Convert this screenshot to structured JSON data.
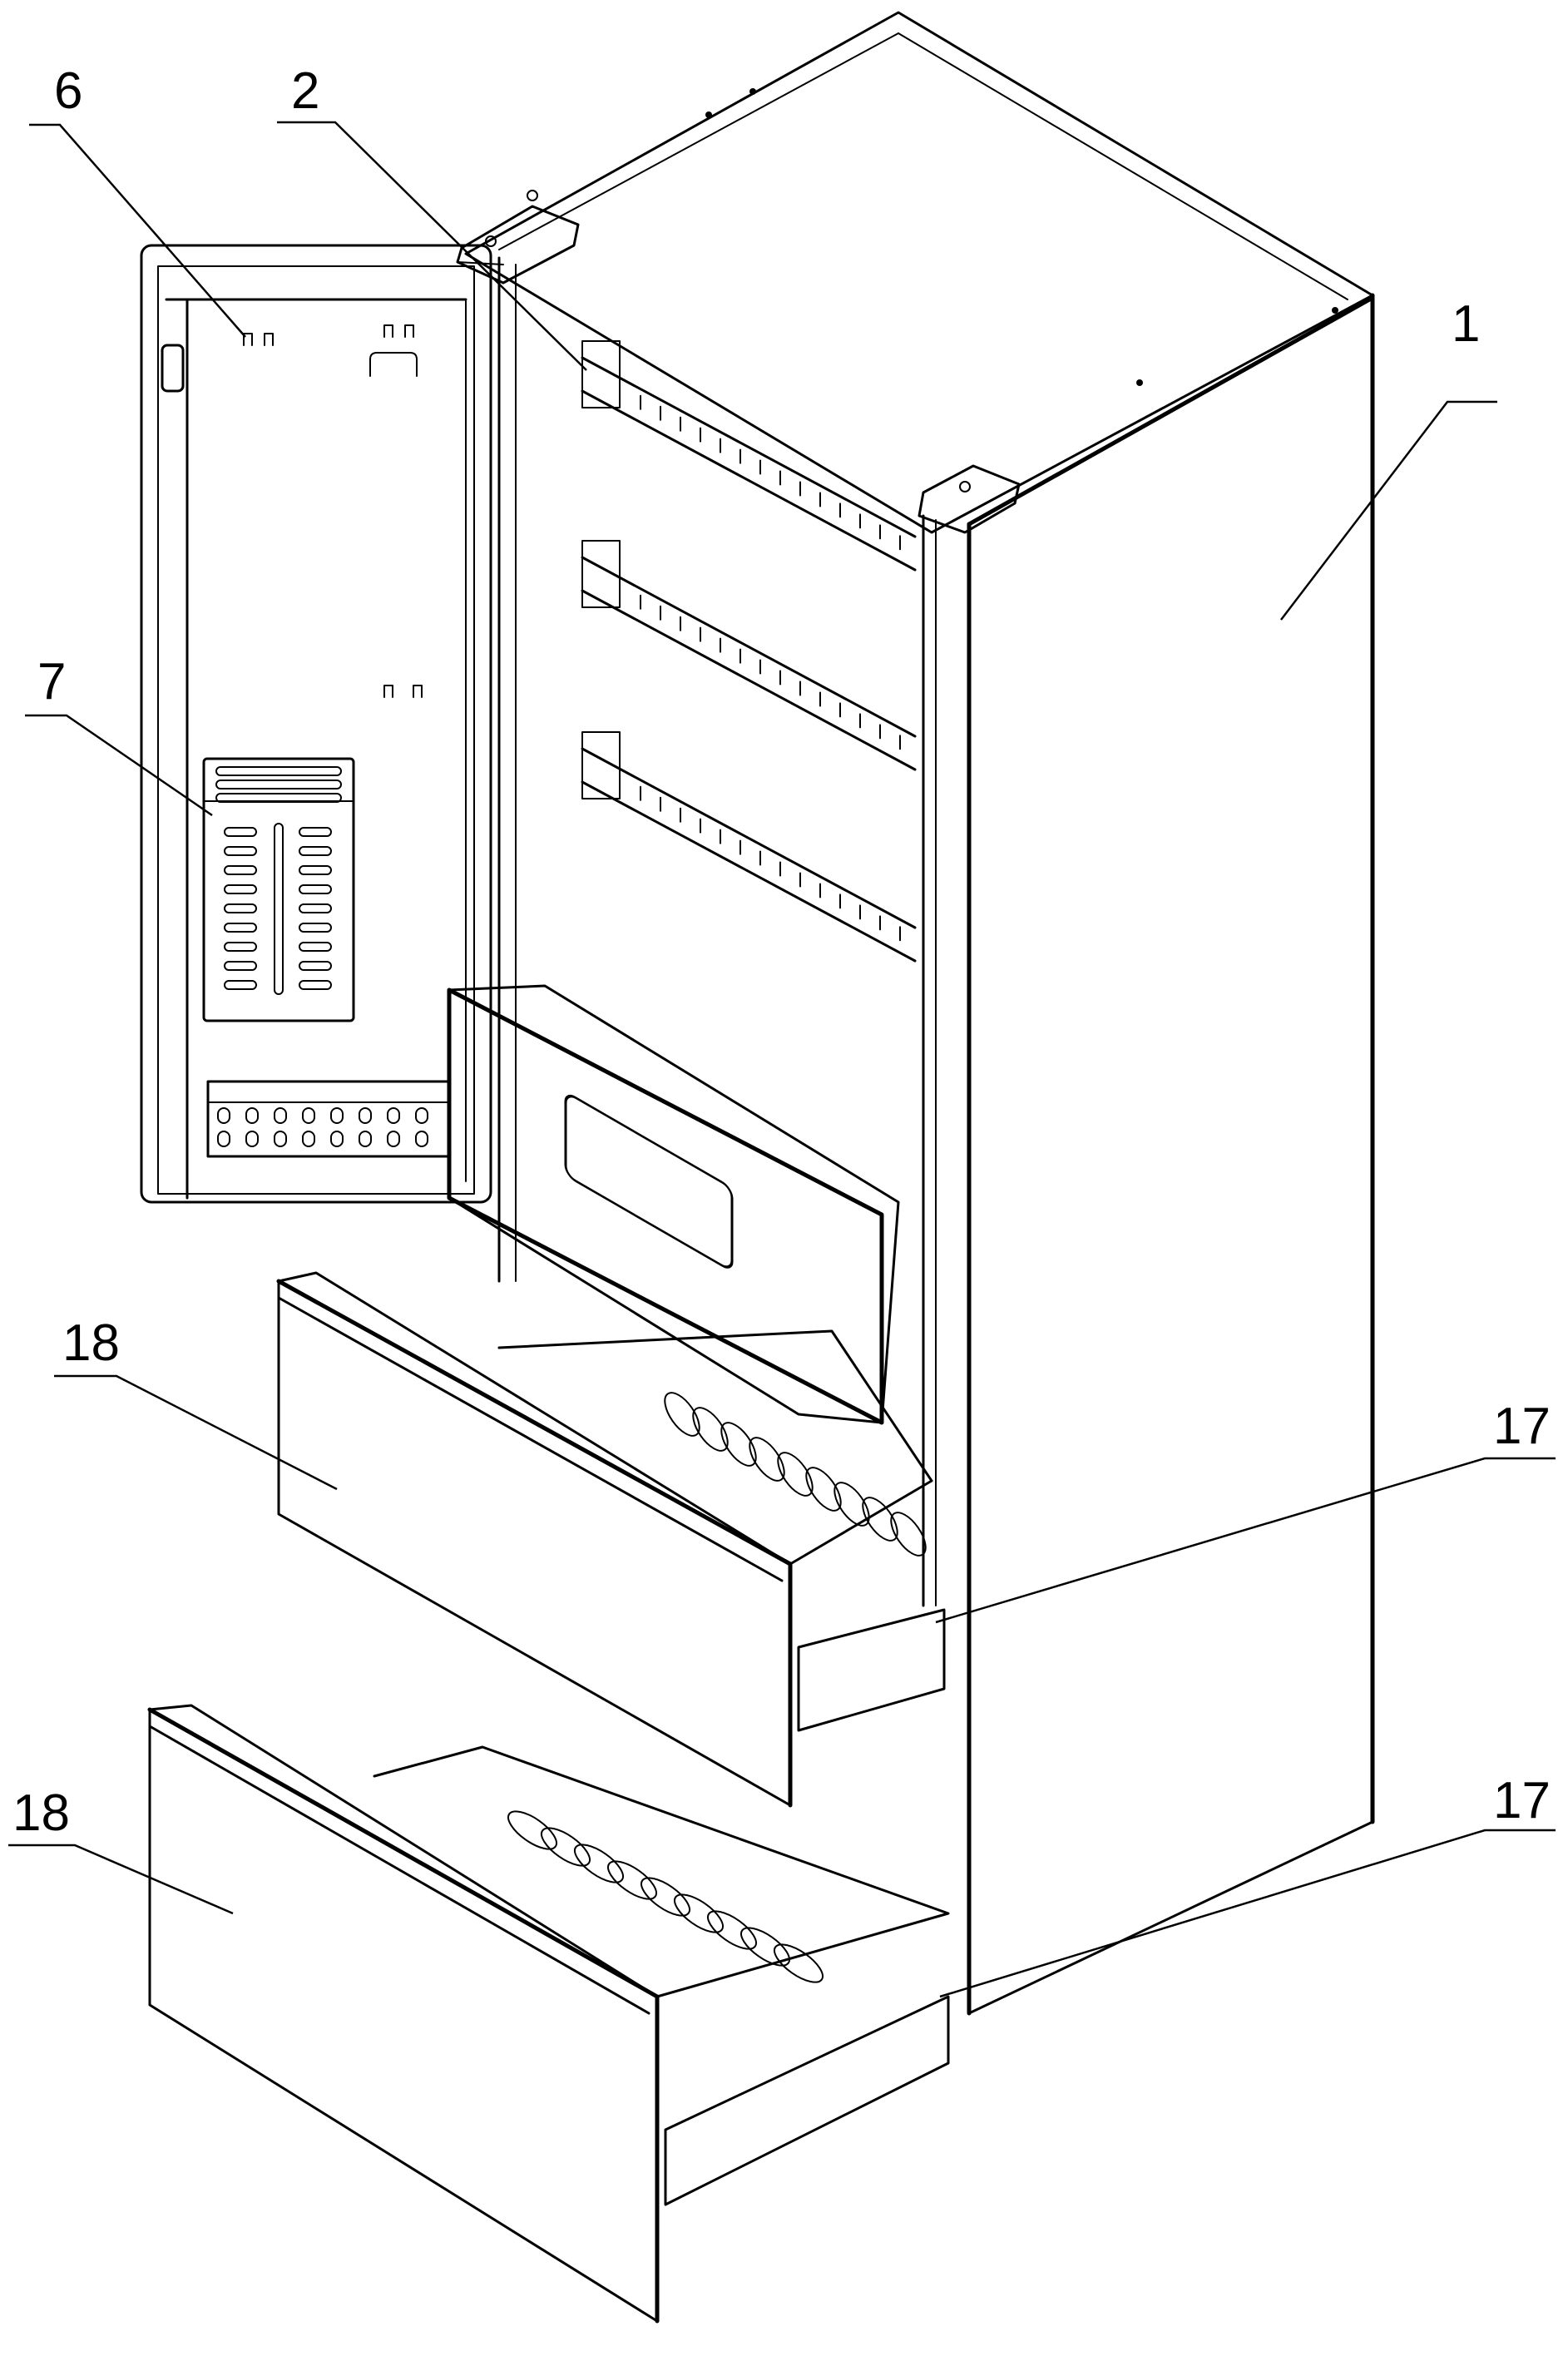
{
  "figure": {
    "type": "patent line drawing",
    "subject": "refrigerator with opened door and pulled-out drawers (perspective view)",
    "colors": {
      "line": "#000000",
      "background": "#ffffff"
    }
  },
  "callouts": [
    {
      "id": "label-1",
      "text": "1",
      "target": "cabinet body"
    },
    {
      "id": "label-2",
      "text": "2",
      "target": "top hinge / shelf rack"
    },
    {
      "id": "label-6",
      "text": "6",
      "target": "door inner hooks"
    },
    {
      "id": "label-7",
      "text": "7",
      "target": "door storage panel"
    },
    {
      "id": "label-17a",
      "text": "17",
      "target": "upper drawer slide rail"
    },
    {
      "id": "label-17b",
      "text": "17",
      "target": "lower drawer slide rail"
    },
    {
      "id": "label-18a",
      "text": "18",
      "target": "upper drawer front"
    },
    {
      "id": "label-18b",
      "text": "18",
      "target": "lower drawer front"
    }
  ]
}
